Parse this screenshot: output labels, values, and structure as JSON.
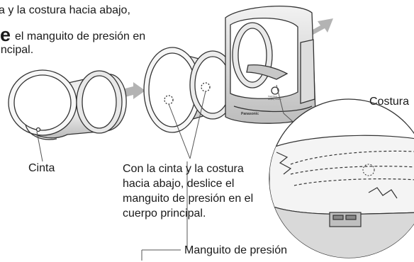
{
  "instructions": {
    "line1": "a y la costura hacia abajo,",
    "line2_emphasis": "e",
    "line2_rest": "el manguito de presión en",
    "line3": "rincipal."
  },
  "labels": {
    "cinta": "Cinta",
    "costura": "Costura",
    "main_caption": "Con la cinta y la costura hacia abajo, deslice el manguito de presión en el cuerpo principal.",
    "manguito": "Manguito de presión"
  },
  "device": {
    "brand": "Panasonic",
    "button_label": "Start/Stop display switch"
  },
  "colors": {
    "ink": "#1a1a1a",
    "line": "#555555",
    "shade": "#d9d9d9",
    "arrow": "#b3b3b3"
  }
}
